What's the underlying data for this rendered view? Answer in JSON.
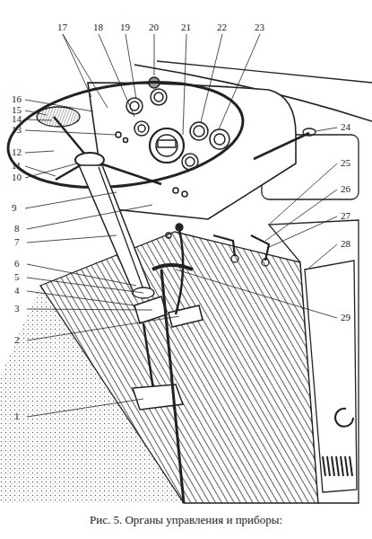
{
  "diagram": {
    "caption": "Рис. 5. Органы управления и приборы:",
    "labels": [
      "17",
      "18",
      "19",
      "20",
      "21",
      "22",
      "23",
      "16",
      "15",
      "14",
      "13",
      "12",
      "11",
      "10",
      "9",
      "24",
      "25",
      "26",
      "27",
      "28",
      "8",
      "7",
      "6",
      "5",
      "4",
      "3",
      "2",
      "29",
      "1"
    ]
  }
}
